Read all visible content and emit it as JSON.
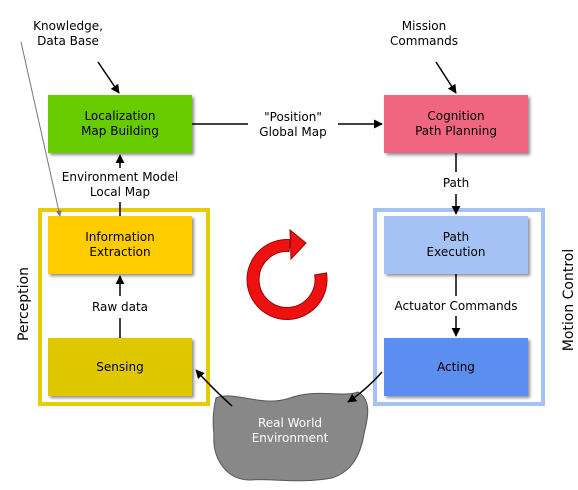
{
  "annotations": {
    "knowledge": "Knowledge,\nData Base",
    "mission": "Mission\nCommands",
    "position_map": "\"Position\"\nGlobal Map",
    "path": "Path",
    "environment_model": "Environment Model\nLocal Map",
    "raw_data": "Raw data",
    "actuator_commands": "Actuator Commands"
  },
  "boxes": {
    "localization": "Localization\nMap Building",
    "cognition": "Cognition\nPath Planning",
    "information": "Information\nExtraction",
    "path_execution": "Path\nExecution",
    "sensing": "Sensing",
    "acting": "Acting",
    "environment": "Real World\nEnvironment"
  },
  "groups": {
    "perception": "Perception",
    "motion_control": "Motion Control"
  },
  "colors": {
    "localization": "#66cc00",
    "cognition": "#f06680",
    "information": "#ffcc00",
    "path_execution": "#a4c2f4",
    "sensing": "#e0c800",
    "acting": "#5c8ef0",
    "perception_frame": "#e8cc00",
    "motion_frame": "#a4c2f4",
    "environment": "#888888",
    "cycle_arrow": "#ee1111"
  }
}
